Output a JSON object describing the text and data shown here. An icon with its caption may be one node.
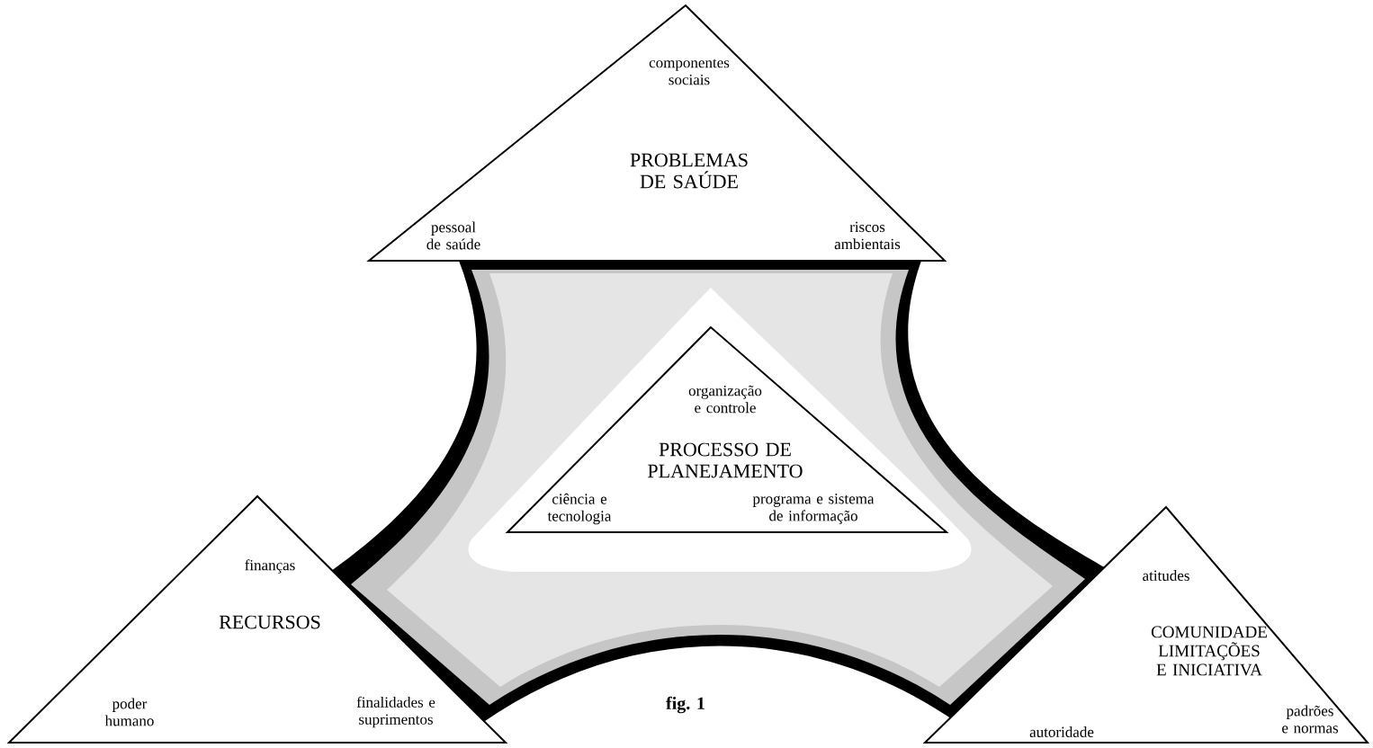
{
  "diagram": {
    "nodes": [
      {
        "text": [
          "componentes sociais",
          "PROBLEMAS DE SAÚDE",
          "pessoal de saúde",
          "riscos ambientais"
        ]
      },
      {
        "text": [
          "organização e controle",
          "PROCESSO DE PLANEJAMENTO",
          "ciência e tecnologia",
          "programa e sistema de informação"
        ]
      },
      {
        "text": [
          "finanças",
          "RECURSOS",
          "poder humano",
          "finalidades e suprimentos"
        ]
      },
      {
        "text": [
          "atitudes",
          "COMUNIDADE LIMITAÇÕES E INICIATIVA",
          "autoridade",
          "padrões e normas"
        ]
      }
    ],
    "labels": [
      "fig. 1"
    ]
  }
}
